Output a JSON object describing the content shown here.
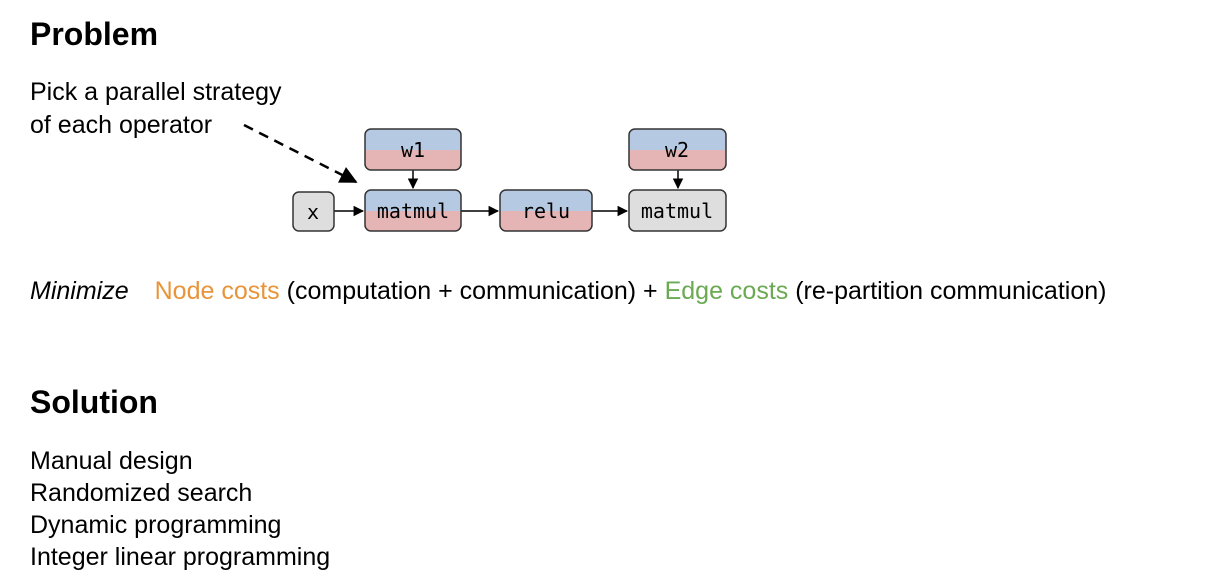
{
  "problem": {
    "heading": "Problem",
    "annotation_line1": "Pick a parallel strategy",
    "annotation_line2": "of each operator",
    "graph": {
      "nodes": [
        {
          "id": "x",
          "label": "x",
          "style": "gray"
        },
        {
          "id": "matmul1",
          "label": "matmul",
          "style": "split"
        },
        {
          "id": "w1",
          "label": "w1",
          "style": "split"
        },
        {
          "id": "relu",
          "label": "relu",
          "style": "split"
        },
        {
          "id": "matmul2",
          "label": "matmul",
          "style": "gray"
        },
        {
          "id": "w2",
          "label": "w2",
          "style": "split"
        }
      ],
      "edges": [
        {
          "from": "x",
          "to": "matmul1"
        },
        {
          "from": "w1",
          "to": "matmul1"
        },
        {
          "from": "matmul1",
          "to": "relu"
        },
        {
          "from": "relu",
          "to": "matmul2"
        },
        {
          "from": "w2",
          "to": "matmul2"
        }
      ]
    },
    "objective": {
      "prefix": "Minimize",
      "node_costs": "Node costs",
      "node_costs_detail": " (computation + communication) + ",
      "edge_costs": "Edge costs",
      "edge_costs_detail": " (re-partition communication)"
    }
  },
  "solution": {
    "heading": "Solution",
    "items": [
      "Manual design",
      "Randomized search",
      "Dynamic programming",
      "Integer linear programming"
    ]
  },
  "colors": {
    "node_cost": "#e8943a",
    "edge_cost": "#6aaa53",
    "split_top": "#b6c9e2",
    "split_bottom": "#e5b5b5",
    "gray_node": "#dedede"
  }
}
